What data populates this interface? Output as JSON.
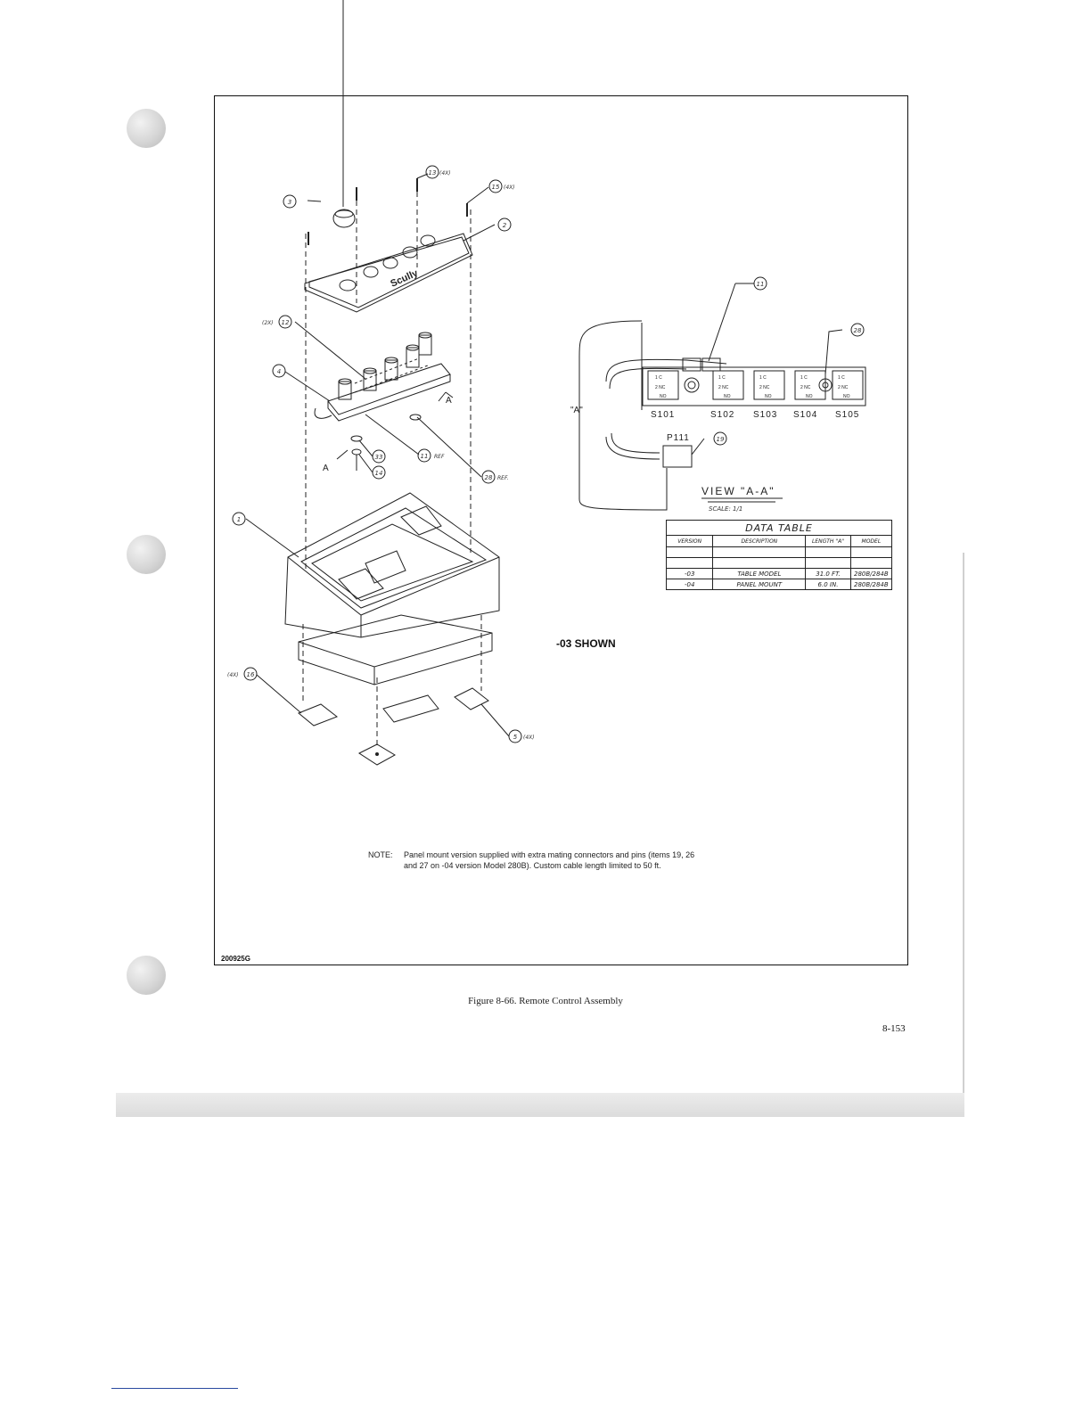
{
  "figure": {
    "drawing_number": "200925G",
    "caption": "Figure 8-66. Remote Control Assembly",
    "page_number": "8-153",
    "version_shown": "-03 SHOWN"
  },
  "callouts": {
    "c1": "1",
    "c2": "2",
    "c3": "3",
    "c4": "4",
    "c5": "5",
    "c5_qty": "(4X)",
    "c11": "11",
    "c11_ref": "REF",
    "c12": "12",
    "c12_qty": "(2X)",
    "c13": "13",
    "c13_qty": "(4X)",
    "c14": "14",
    "c15": "15",
    "c15_qty": "(4X)",
    "c16": "16",
    "c16_qty": "(4X)",
    "c19": "19",
    "c28": "28",
    "c28_ref": "REF.",
    "c33": "33",
    "section_a": "A"
  },
  "panel": {
    "brand": "Scully"
  },
  "view_a": {
    "title": "VIEW \"A-A\"",
    "scale": "SCALE: 1/1",
    "dimension": "\"A\"",
    "connector": "P111",
    "switches": [
      "S101",
      "S102",
      "S103",
      "S104",
      "S105"
    ],
    "terminals": [
      "1 C",
      "2 NC",
      "NO"
    ],
    "callout_11": "11",
    "callout_28": "28",
    "callout_19": "19"
  },
  "data_table": {
    "title": "DATA TABLE",
    "headers": [
      "VERSION",
      "DESCRIPTION",
      "LENGTH \"A\"",
      "MODEL"
    ],
    "rows": [
      [
        "-03",
        "TABLE MODEL",
        "31.0 FT.",
        "280B/284B"
      ],
      [
        "-04",
        "PANEL MOUNT",
        "6.0 IN.",
        "280B/284B"
      ]
    ]
  },
  "note": {
    "label": "NOTE:",
    "text": "Panel mount version supplied with extra mating connectors and pins (items 19, 26 and 27 on -04 version Model 280B). Custom cable length limited to 50 ft."
  }
}
